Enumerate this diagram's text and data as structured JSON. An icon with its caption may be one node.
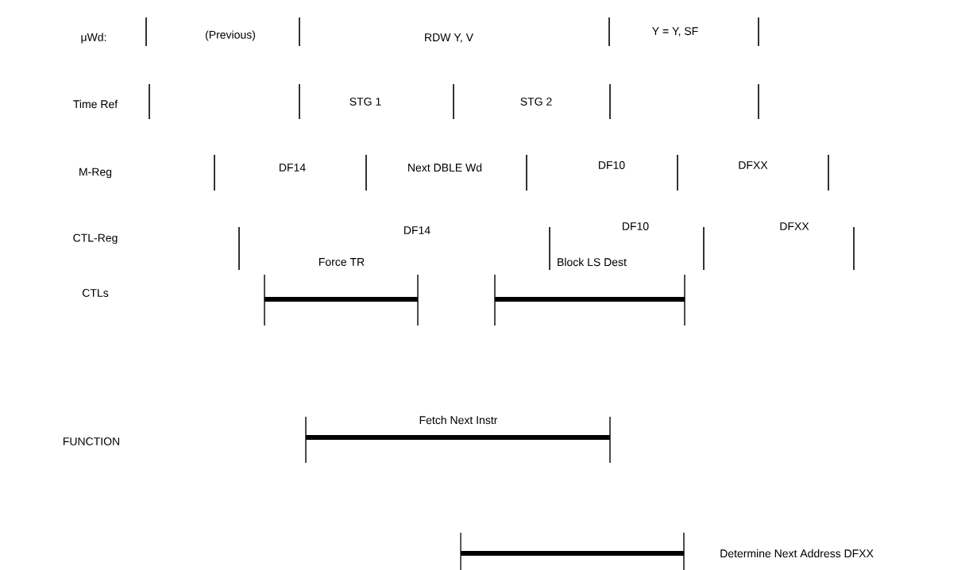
{
  "diagram": {
    "labels": [
      "μWd:",
      "(Previous)",
      "RDW Y, V",
      "Y = Y, SF",
      "Time Ref",
      "STG 1",
      "STG 2",
      "M-Reg",
      "DF14",
      "Next DBLE Wd",
      "DF10",
      "DFXX",
      "CTL-Reg",
      "DF14",
      "DF10",
      "DFXX",
      "CTLs",
      "Force TR",
      "Block LS Dest",
      "FUNCTION",
      "Fetch Next Instr",
      "Determine Next Address DFXX"
    ]
  }
}
